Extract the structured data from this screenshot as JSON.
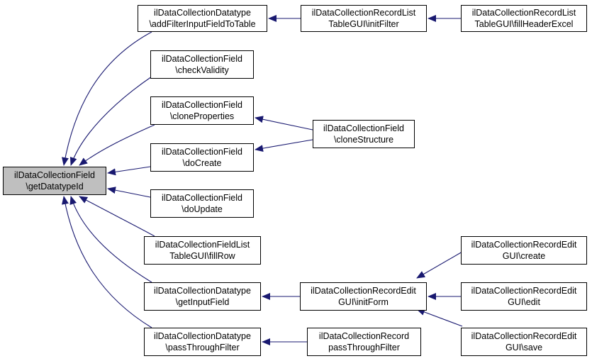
{
  "colors": {
    "edge": "#191970",
    "root_fill": "#bfbfbf",
    "node_fill": "#ffffff",
    "border": "#000000"
  },
  "nodes": {
    "root": {
      "line1": "ilDataCollectionField",
      "line2": "\\getDatatypeId"
    },
    "addFilter": {
      "line1": "ilDataCollectionDatatype",
      "line2": "\\addFilterInputFieldToTable"
    },
    "checkValid": {
      "line1": "ilDataCollectionField",
      "line2": "\\checkValidity"
    },
    "cloneProps": {
      "line1": "ilDataCollectionField",
      "line2": "\\cloneProperties"
    },
    "doCreate": {
      "line1": "ilDataCollectionField",
      "line2": "\\doCreate"
    },
    "doUpdate": {
      "line1": "ilDataCollectionField",
      "line2": "\\doUpdate"
    },
    "fillRow": {
      "line1": "ilDataCollectionFieldList",
      "line2": "TableGUI\\fillRow"
    },
    "getInput": {
      "line1": "ilDataCollectionDatatype",
      "line2": "\\getInputField"
    },
    "passDT": {
      "line1": "ilDataCollectionDatatype",
      "line2": "\\passThroughFilter"
    },
    "initFilter": {
      "line1": "ilDataCollectionRecordList",
      "line2": "TableGUI\\initFilter"
    },
    "fillHeader": {
      "line1": "ilDataCollectionRecordList",
      "line2": "TableGUI\\fillHeaderExcel"
    },
    "cloneStruct": {
      "line1": "ilDataCollectionField",
      "line2": "\\cloneStructure"
    },
    "initForm": {
      "line1": "ilDataCollectionRecordEdit",
      "line2": "GUI\\initForm"
    },
    "passRec": {
      "line1": "ilDataCollectionRecord",
      "line2": "passThroughFilter"
    },
    "create": {
      "line1": "ilDataCollectionRecordEdit",
      "line2": "GUI\\create"
    },
    "edit": {
      "line1": "ilDataCollectionRecordEdit",
      "line2": "GUI\\edit"
    },
    "save": {
      "line1": "ilDataCollectionRecordEdit",
      "line2": "GUI\\save"
    }
  },
  "edges": [
    [
      "addFilter",
      "root"
    ],
    [
      "checkValid",
      "root"
    ],
    [
      "cloneProps",
      "root"
    ],
    [
      "doCreate",
      "root"
    ],
    [
      "doUpdate",
      "root"
    ],
    [
      "fillRow",
      "root"
    ],
    [
      "getInput",
      "root"
    ],
    [
      "passDT",
      "root"
    ],
    [
      "initFilter",
      "addFilter"
    ],
    [
      "fillHeader",
      "initFilter"
    ],
    [
      "cloneStruct",
      "cloneProps"
    ],
    [
      "cloneStruct",
      "doCreate"
    ],
    [
      "initForm",
      "getInput"
    ],
    [
      "passRec",
      "passDT"
    ],
    [
      "create",
      "initForm"
    ],
    [
      "edit",
      "initForm"
    ],
    [
      "save",
      "initForm"
    ]
  ]
}
